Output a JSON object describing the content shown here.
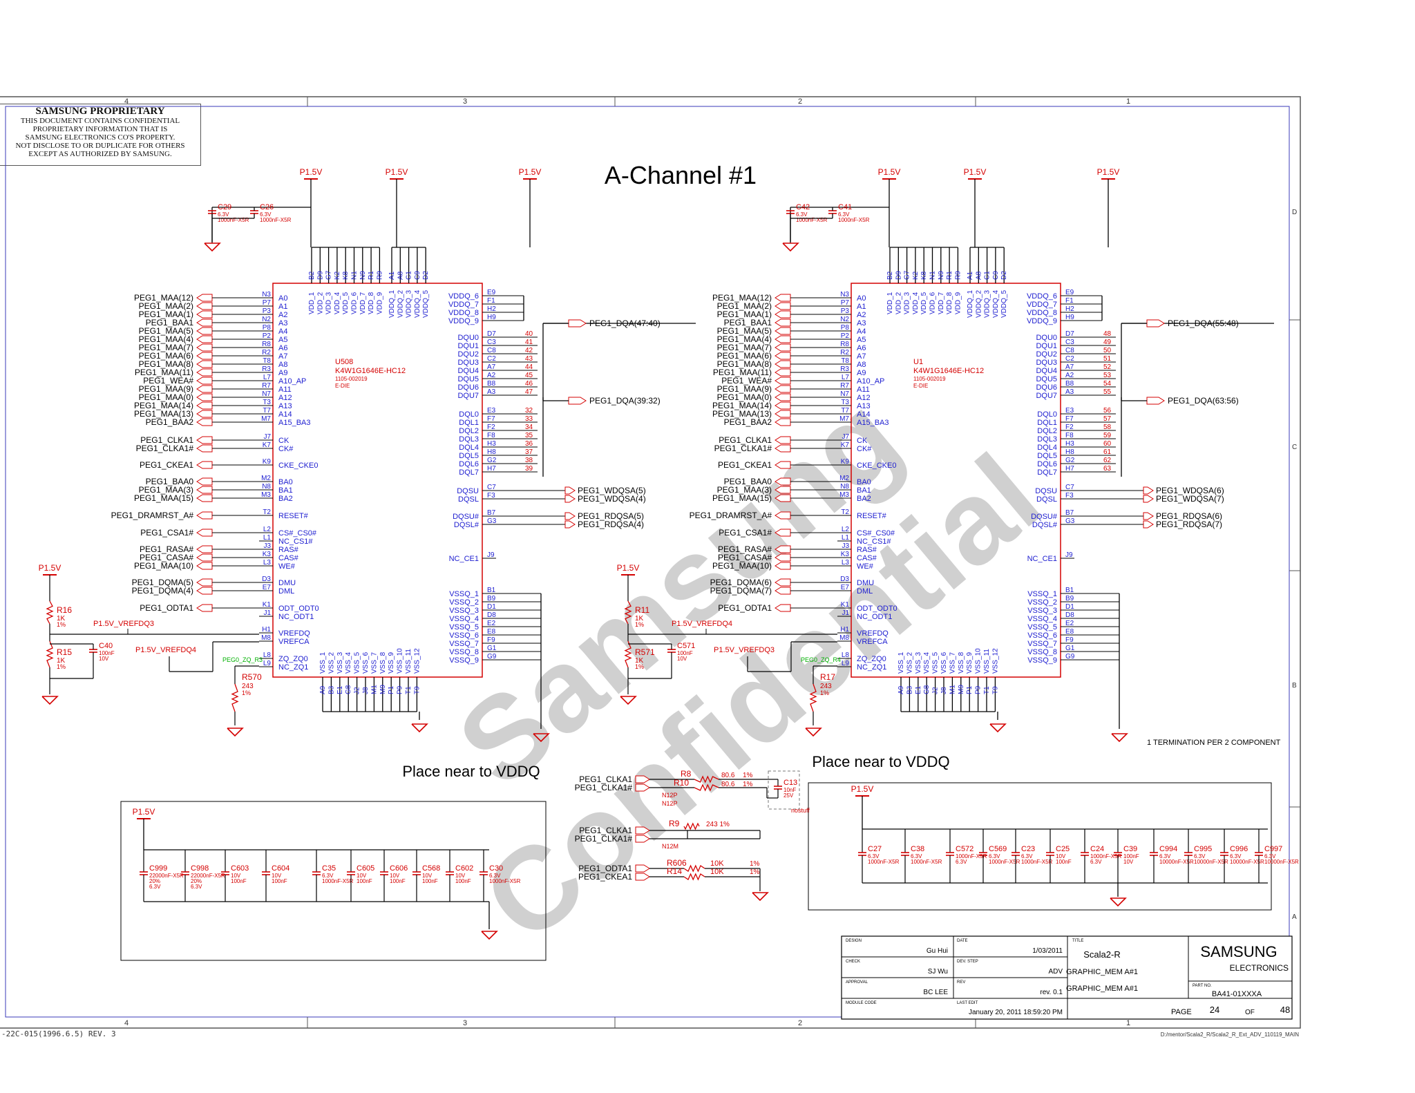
{
  "proprietary": {
    "title": "SAMSUNG PROPRIETARY",
    "lines": [
      "THIS DOCUMENT CONTAINS CONFIDENTIAL",
      "PROPRIETARY INFORMATION THAT IS",
      "SAMSUNG ELECTRONICS CO'S PROPERTY.",
      "NOT DISCLOSE TO OR DUPLICATE FOR OTHERS",
      "EXCEPT AS AUTHORIZED BY SAMSUNG."
    ]
  },
  "sheet_title": "A-Channel #1",
  "watermark": "Samsung Confidential",
  "zones": {
    "cols": [
      "4",
      "3",
      "2",
      "1"
    ],
    "rows": [
      "D",
      "C",
      "B",
      "A"
    ]
  },
  "power": "P1.5V",
  "chip_left": {
    "ref": "U508",
    "part": "K4W1G1646E-HC12",
    "code": "1105-002019",
    "die": "E-DIE"
  },
  "chip_right": {
    "ref": "U1",
    "part": "K4W1G1646E-HC12",
    "code": "1105-002019",
    "die": "E-DIE"
  },
  "top_pins_vdd": [
    "B2",
    "D9",
    "G7",
    "K2",
    "K8",
    "N1",
    "N9",
    "R1",
    "R9"
  ],
  "top_pins_vddq": [
    "A1",
    "A8",
    "C1",
    "C9",
    "D2"
  ],
  "vdd_labels": [
    "VDD_1",
    "VDD_2",
    "VDD_3",
    "VDD_4",
    "VDD_5",
    "VDD_6",
    "VDD_7",
    "VDD_8",
    "VDD_9"
  ],
  "vddq_labels": [
    "VDDQ_1",
    "VDDQ_2",
    "VDDQ_3",
    "VDDQ_4",
    "VDDQ_5"
  ],
  "bottom_pins": [
    "A9",
    "B3",
    "E1",
    "G8",
    "J2",
    "J8",
    "M1",
    "M9",
    "P1",
    "P9",
    "T1",
    "T9"
  ],
  "vss_labels": [
    "VSS_1",
    "VSS_2",
    "VSS_3",
    "VSS_4",
    "VSS_5",
    "VSS_6",
    "VSS_7",
    "VSS_8",
    "VSS_9",
    "VSS_10",
    "VSS_11",
    "VSS_12"
  ],
  "left_pins": [
    {
      "pin": "N3",
      "name": "A0"
    },
    {
      "pin": "P7",
      "name": "A1"
    },
    {
      "pin": "P3",
      "name": "A2"
    },
    {
      "pin": "N2",
      "name": "A3"
    },
    {
      "pin": "P8",
      "name": "A4"
    },
    {
      "pin": "P2",
      "name": "A5"
    },
    {
      "pin": "R8",
      "name": "A6"
    },
    {
      "pin": "R2",
      "name": "A7"
    },
    {
      "pin": "T8",
      "name": "A8"
    },
    {
      "pin": "R3",
      "name": "A9"
    },
    {
      "pin": "L7",
      "name": "A10_AP"
    },
    {
      "pin": "R7",
      "name": "A11"
    },
    {
      "pin": "N7",
      "name": "A12"
    },
    {
      "pin": "T3",
      "name": "A13"
    },
    {
      "pin": "T7",
      "name": "A14"
    },
    {
      "pin": "M7",
      "name": "A15_BA3"
    },
    {
      "pin": "J7",
      "name": "CK"
    },
    {
      "pin": "K7",
      "name": "CK#"
    },
    {
      "pin": "K9",
      "name": "CKE_CKE0"
    },
    {
      "pin": "M2",
      "name": "BA0"
    },
    {
      "pin": "N8",
      "name": "BA1"
    },
    {
      "pin": "M3",
      "name": "BA2"
    },
    {
      "pin": "T2",
      "name": "RESET#"
    },
    {
      "pin": "L2",
      "name": "CS#_CS0#"
    },
    {
      "pin": "L1",
      "name": "NC_CS1#"
    },
    {
      "pin": "J3",
      "name": "RAS#"
    },
    {
      "pin": "K3",
      "name": "CAS#"
    },
    {
      "pin": "L3",
      "name": "WE#"
    },
    {
      "pin": "D3",
      "name": "DMU"
    },
    {
      "pin": "E7",
      "name": "DML"
    },
    {
      "pin": "K1",
      "name": "ODT_ODT0"
    },
    {
      "pin": "J1",
      "name": "NC_ODT1"
    },
    {
      "pin": "H1",
      "name": "VREFDQ"
    },
    {
      "pin": "M8",
      "name": "VREFCA"
    },
    {
      "pin": "L8",
      "name": "ZQ_ZQ0"
    },
    {
      "pin": "L9",
      "name": "NC_ZQ1"
    }
  ],
  "right_pins_top": [
    {
      "pin": "E9",
      "name": "VDDQ_6"
    },
    {
      "pin": "F1",
      "name": "VDDQ_7"
    },
    {
      "pin": "H2",
      "name": "VDDQ_8"
    },
    {
      "pin": "H9",
      "name": "VDDQ_9"
    }
  ],
  "dq_pins": [
    {
      "pin": "D7",
      "name": "DQU0"
    },
    {
      "pin": "C3",
      "name": "DQU1"
    },
    {
      "pin": "C8",
      "name": "DQU2"
    },
    {
      "pin": "C2",
      "name": "DQU3"
    },
    {
      "pin": "A7",
      "name": "DQU4"
    },
    {
      "pin": "A2",
      "name": "DQU5"
    },
    {
      "pin": "B8",
      "name": "DQU6"
    },
    {
      "pin": "A3",
      "name": "DQU7"
    },
    {
      "pin": "E3",
      "name": "DQL0"
    },
    {
      "pin": "F7",
      "name": "DQL1"
    },
    {
      "pin": "F2",
      "name": "DQL2"
    },
    {
      "pin": "F8",
      "name": "DQL3"
    },
    {
      "pin": "H3",
      "name": "DQL4"
    },
    {
      "pin": "H8",
      "name": "DQL5"
    },
    {
      "pin": "G2",
      "name": "DQL6"
    },
    {
      "pin": "H7",
      "name": "DQL7"
    }
  ],
  "strobe_pins": [
    {
      "pin": "C7",
      "name": "DQSU"
    },
    {
      "pin": "F3",
      "name": "DQSL"
    },
    {
      "pin": "B7",
      "name": "DQSU#"
    },
    {
      "pin": "G3",
      "name": "DQSL#"
    },
    {
      "pin": "J9",
      "name": "NC_CE1"
    }
  ],
  "vssq_pins": [
    {
      "pin": "B1",
      "name": "VSSQ_1"
    },
    {
      "pin": "B9",
      "name": "VSSQ_2"
    },
    {
      "pin": "D1",
      "name": "VSSQ_3"
    },
    {
      "pin": "D8",
      "name": "VSSQ_4"
    },
    {
      "pin": "E2",
      "name": "VSSQ_5"
    },
    {
      "pin": "E8",
      "name": "VSSQ_6"
    },
    {
      "pin": "F9",
      "name": "VSSQ_7"
    },
    {
      "pin": "G1",
      "name": "VSSQ_8"
    },
    {
      "pin": "G9",
      "name": "VSSQ_9"
    }
  ],
  "left_nets": [
    "PEG1_MAA(12)",
    "PEG1_MAA(2)",
    "PEG1_MAA(1)",
    "PEG1_BAA1",
    "PEG1_MAA(5)",
    "PEG1_MAA(4)",
    "PEG1_MAA(7)",
    "PEG1_MAA(6)",
    "PEG1_MAA(8)",
    "PEG1_MAA(11)",
    "PEG1_WEA#",
    "PEG1_MAA(9)",
    "PEG1_MAA(0)",
    "PEG1_MAA(14)",
    "PEG1_MAA(13)",
    "PEG1_BAA2",
    "PEG1_CLKA1",
    "PEG1_CLKA1#",
    "PEG1_CKEA1",
    "PEG1_BAA0",
    "PEG1_MAA(3)",
    "PEG1_MAA(15)",
    "PEG1_DRAMRST_A#",
    "PEG1_CSA1#",
    "PEG1_RASA#",
    "PEG1_CASA#"
  ],
  "u508_extra_nets": [
    "PEG1_MAA(10)",
    "PEG1_DQMA(5)",
    "PEG1_DQMA(4)",
    "PEG1_ODTA1"
  ],
  "u1_extra_nets": [
    "PEG1_MAA(10)",
    "PEG1_DQMA(6)",
    "PEG1_DQMA(7)",
    "PEG1_ODTA1"
  ],
  "u508_right": {
    "dq_hi": "PEG1_DQA(47:40)",
    "dq_lo": "PEG1_DQA(39:32)",
    "dq_hi_nums": [
      "40",
      "41",
      "42",
      "43",
      "44",
      "45",
      "46",
      "47"
    ],
    "dq_lo_nums": [
      "32",
      "33",
      "34",
      "35",
      "36",
      "37",
      "38",
      "39"
    ],
    "wdqs": [
      "PEG1_WDQSA(5)",
      "PEG1_WDQSA(4)"
    ],
    "rdqs": [
      "PEG1_RDQSA(5)",
      "PEG1_RDQSA(4)"
    ]
  },
  "u1_right": {
    "dq_hi": "PEG1_DQA(55:48)",
    "dq_lo": "PEG1_DQA(63:56)",
    "dq_hi_nums": [
      "48",
      "49",
      "50",
      "51",
      "52",
      "53",
      "54",
      "55"
    ],
    "dq_lo_nums": [
      "56",
      "57",
      "58",
      "59",
      "60",
      "61",
      "62",
      "63"
    ],
    "wdqs": [
      "PEG1_WDQSA(6)",
      "PEG1_WDQSA(7)"
    ],
    "rdqs": [
      "PEG1_RDQSA(6)",
      "PEG1_RDQSA(7)"
    ]
  },
  "left_decap": [
    {
      "ref": "C29",
      "v": "6.3V",
      "val": "1000nF-X5R"
    },
    {
      "ref": "C26",
      "v": "6.3V",
      "val": "1000nF-X5R"
    }
  ],
  "right_decap": [
    {
      "ref": "C42",
      "v": "6.3V",
      "val": "1000nF-X5R"
    },
    {
      "ref": "C41",
      "v": "6.3V",
      "val": "1000nF-X5R"
    }
  ],
  "left_vref": {
    "r_top": "R16",
    "r_bot": "R15",
    "r_val": "1K",
    "r_tol": "1%",
    "cap": "C40",
    "cap_val": "100nF",
    "cap_v": "10V",
    "vref_dq": "P1.5V_VREFDQ3",
    "vref_ca": "P1.5V_VREFDQ4",
    "zq_net": "PEG0_ZQ_R3",
    "zq_r": "R570",
    "zq_val": "243",
    "zq_tol": "1%"
  },
  "right_vref": {
    "r_top": "R11",
    "r_bot": "R571",
    "r_val": "1K",
    "r_tol": "1%",
    "cap": "C571",
    "cap_val": "100nF",
    "cap_v": "10V",
    "vref_dq": "P1.5V_VREFDQ4",
    "vref_ca": "P1.5V_VREFDQ3",
    "zq_net": "PEG0_ZQ_R4",
    "zq_r": "R17",
    "zq_val": "243",
    "zq_tol": "1%"
  },
  "place_near": "Place near to VDDQ",
  "termination_note": "1 TERMINATION PER 2 COMPONENT",
  "bottom_left_caps": [
    {
      "ref": "C999",
      "val": "22000nF-X5R",
      "v": "20%",
      "v2": "6.3V"
    },
    {
      "ref": "C998",
      "val": "22000nF-X5R",
      "v": "20%",
      "v2": "6.3V"
    },
    {
      "ref": "C603",
      "val": "10V",
      "v": "100nF",
      "v2": ""
    },
    {
      "ref": "C604",
      "val": "10V",
      "v": "100nF",
      "v2": ""
    },
    {
      "ref": "C35",
      "val": "6.3V",
      "v": "1000nF-X5R",
      "v2": ""
    },
    {
      "ref": "C605",
      "val": "10V",
      "v": "100nF",
      "v2": ""
    },
    {
      "ref": "C606",
      "val": "10V",
      "v": "100nF",
      "v2": ""
    },
    {
      "ref": "C568",
      "val": "10V",
      "v": "100nF",
      "v2": ""
    },
    {
      "ref": "C602",
      "val": "10V",
      "v": "100nF",
      "v2": ""
    },
    {
      "ref": "C30",
      "val": "6.3V",
      "v": "1000nF-X5R",
      "v2": ""
    }
  ],
  "bottom_right_caps": [
    {
      "ref": "C27",
      "val": "6.3V",
      "v": "1000nF-X5R"
    },
    {
      "ref": "C38",
      "val": "6.3V",
      "v": "1000nF-X5R"
    },
    {
      "ref": "C572",
      "val": "1000nF-X5R",
      "v": "6.3V"
    },
    {
      "ref": "C569",
      "val": "6.3V",
      "v": "1000nF-X5R"
    },
    {
      "ref": "C23",
      "val": "6.3V",
      "v": "1000nF-X5R"
    },
    {
      "ref": "C25",
      "val": "10V",
      "v": "100nF"
    },
    {
      "ref": "C24",
      "val": "1000nF-X5R",
      "v": "6.3V"
    },
    {
      "ref": "C39",
      "val": "100nF",
      "v": "10V"
    },
    {
      "ref": "C994",
      "val": "6.3V",
      "v": "10000nF-X5R"
    },
    {
      "ref": "C995",
      "val": "6.3V",
      "v": "10000nF-X5R"
    },
    {
      "ref": "C996",
      "val": "6.3V",
      "v": "10000nF-X5R"
    },
    {
      "ref": "C997",
      "val": "6.3V",
      "v": "10000nF-X5R"
    }
  ],
  "clk_term": {
    "nets": [
      "PEG1_CLKA1",
      "PEG1_CLKA1#"
    ],
    "r1": "R8",
    "r2": "R10",
    "val": "80.6",
    "tol": "1%",
    "n1": "N12P",
    "n2": "N12P",
    "cap": "C13",
    "cap_val": "10nF",
    "cap_v": "25V",
    "nostuff": "nostuff"
  },
  "clk_term2": {
    "nets": [
      "PEG1_CLKA1",
      "PEG1_CLKA1#"
    ],
    "r": "R9",
    "val": "243 1%",
    "n": "N12M"
  },
  "odt_term": {
    "nets": [
      "PEG1_ODTA1",
      "PEG1_CKEA1"
    ],
    "r1": "R606",
    "r2": "R14",
    "val": "10K",
    "tol": "1%"
  },
  "title_block": {
    "design_lbl": "DESIGN",
    "design": "Gu Hui",
    "date_lbl": "DATE",
    "date": "1/03/2011",
    "title_lbl": "TITLE",
    "title": "Scala2-R",
    "check_lbl": "CHECK",
    "check": "SJ Wu",
    "devstep_lbl": "DEV. STEP",
    "devstep": "ADV",
    "sub1": "GRAPHIC_MEM A#1",
    "approval_lbl": "APPROVAL",
    "approval": "BC LEE",
    "rev_lbl": "REV",
    "rev": "rev. 0.1",
    "sub2": "GRAPHIC_MEM A#1",
    "module_lbl": "MODULE CODE",
    "lastedit_lbl": "LAST EDIT",
    "lastedit": "January 20, 2011 18:59:20 PM",
    "company": "SAMSUNG",
    "company2": "ELECTRONICS",
    "partno_lbl": "PART NO.",
    "partno": "BA41-01XXXA",
    "page_lbl": "PAGE",
    "page": "24",
    "of_lbl": "OF",
    "of": "48"
  },
  "form_code": "-22C-015(1996.6.5) REV. 3",
  "file_path": "D:/mentor/Scala2_R/Scala2_R_Ext_ADV_110119_MAIN"
}
